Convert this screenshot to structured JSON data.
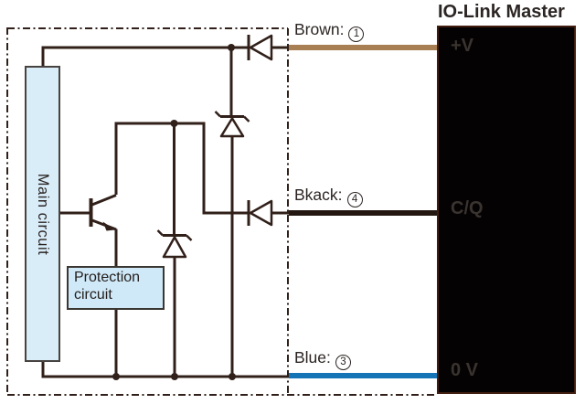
{
  "colors": {
    "stroke": "#31201a",
    "brown_wire": "#a87f52",
    "black_wire": "#241711",
    "blue_wire": "#1474b6",
    "light_blue_fill": "#d9edf9",
    "master_bg": "#050203",
    "master_text": "#3a3430",
    "label_text": "#2b2523"
  },
  "sensor": {
    "main_circuit_label": "Main circuit",
    "protection_line1": "Protection",
    "protection_line2": "circuit"
  },
  "wires": [
    {
      "name": "brown",
      "label": "Brown:",
      "terminal_number": "1",
      "color": "#a87f52"
    },
    {
      "name": "black",
      "label": "Bkack:",
      "terminal_number": "4",
      "color": "#241711"
    },
    {
      "name": "blue",
      "label": "Blue:",
      "terminal_number": "3",
      "color": "#1474b6"
    }
  ],
  "master": {
    "title": "IO-Link Master",
    "pins": [
      "+V",
      "C/Q",
      "0 V"
    ]
  }
}
